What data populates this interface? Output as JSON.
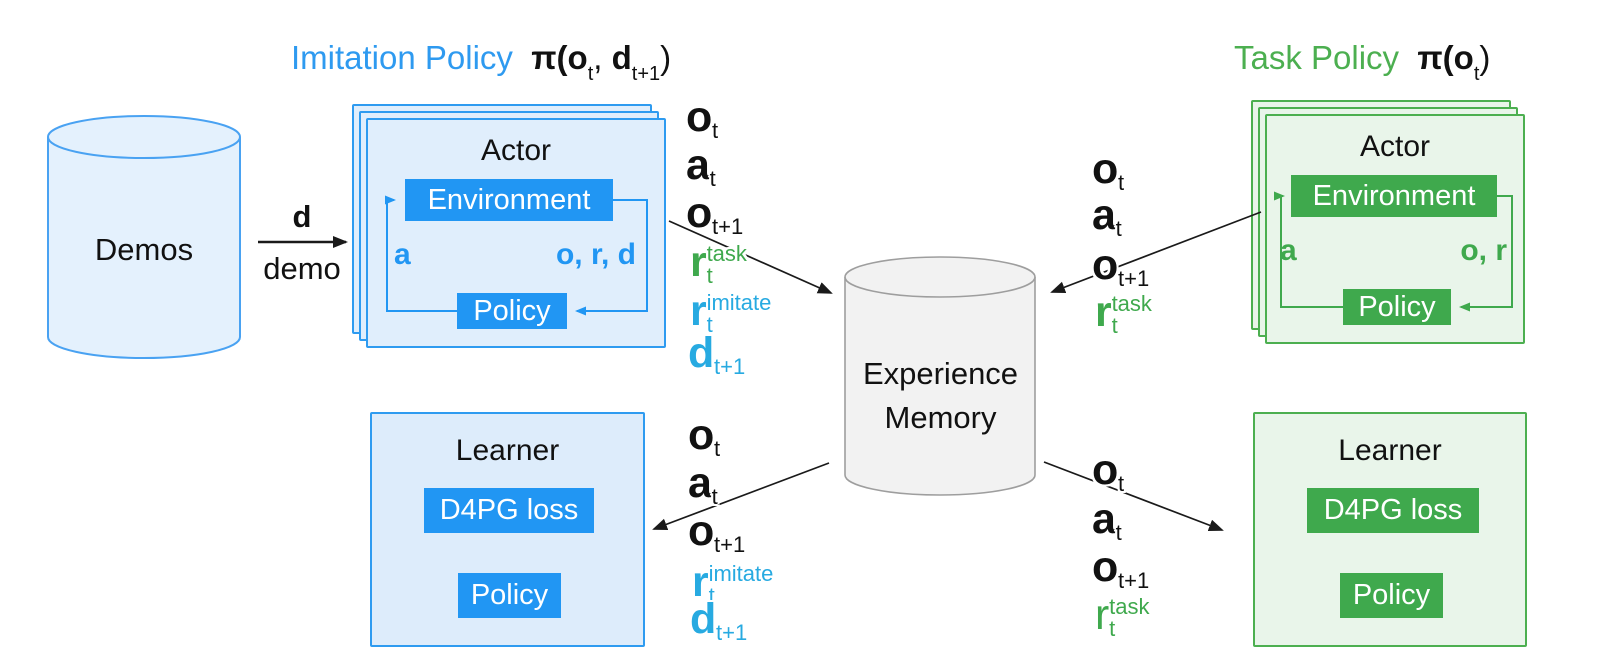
{
  "titles": {
    "imitation": {
      "label": "Imitation Policy",
      "pi": "π(",
      "arg1": "o",
      "arg1_sub": "t",
      "separator": ", ",
      "arg2": "d",
      "arg2_sub": "t+1",
      "close": ")"
    },
    "task": {
      "label": "Task Policy",
      "pi": "π(",
      "arg1": "o",
      "arg1_sub": "t",
      "close": ")"
    }
  },
  "demos": {
    "label": "Demos"
  },
  "demo_arrow": {
    "top_label": "d",
    "bottom_label": "demo"
  },
  "memory": {
    "line1": "Experience",
    "line2": "Memory"
  },
  "imitation_actor": {
    "title": "Actor",
    "environment_label": "Environment",
    "policy_label": "Policy",
    "action_label": "a",
    "feedback_label": "o, r, d"
  },
  "task_actor": {
    "title": "Actor",
    "environment_label": "Environment",
    "policy_label": "Policy",
    "action_label": "a",
    "feedback_label": "o, r"
  },
  "imitation_learner": {
    "title": "Learner",
    "loss_label": "D4PG loss",
    "policy_label": "Policy"
  },
  "task_learner": {
    "title": "Learner",
    "loss_label": "D4PG loss",
    "policy_label": "Policy"
  },
  "streams": {
    "imitation_actor_to_memory": [
      {
        "main": "o",
        "sup": "",
        "sub": "t",
        "color": "black"
      },
      {
        "main": "a",
        "sup": "",
        "sub": "t",
        "color": "black"
      },
      {
        "main": "o",
        "sup": "",
        "sub": "t+1",
        "color": "black"
      },
      {
        "main": "r",
        "sup": "task",
        "sub": "t",
        "color": "green"
      },
      {
        "main": "r",
        "sup": "imitate",
        "sub": "t",
        "color": "blue"
      },
      {
        "main": "d",
        "sup": "",
        "sub": "t+1",
        "color": "blue"
      }
    ],
    "task_actor_to_memory": [
      {
        "main": "o",
        "sup": "",
        "sub": "t",
        "color": "black"
      },
      {
        "main": "a",
        "sup": "",
        "sub": "t",
        "color": "black"
      },
      {
        "main": "o",
        "sup": "",
        "sub": "t+1",
        "color": "black"
      },
      {
        "main": "r",
        "sup": "task",
        "sub": "t",
        "color": "green"
      }
    ],
    "memory_to_imitation_learner": [
      {
        "main": "o",
        "sup": "",
        "sub": "t",
        "color": "black"
      },
      {
        "main": "a",
        "sup": "",
        "sub": "t",
        "color": "black"
      },
      {
        "main": "o",
        "sup": "",
        "sub": "t+1",
        "color": "black"
      },
      {
        "main": "r",
        "sup": "imitate",
        "sub": "t",
        "color": "blue"
      },
      {
        "main": "d",
        "sup": "",
        "sub": "t+1",
        "color": "blue"
      }
    ],
    "memory_to_task_learner": [
      {
        "main": "o",
        "sup": "",
        "sub": "t",
        "color": "black"
      },
      {
        "main": "a",
        "sup": "",
        "sub": "t",
        "color": "black"
      },
      {
        "main": "o",
        "sup": "",
        "sub": "t+1",
        "color": "black"
      },
      {
        "main": "r",
        "sup": "task",
        "sub": "t",
        "color": "green"
      }
    ]
  },
  "colors": {
    "imitation_blue": "#2196f3",
    "imitation_symbol_blue": "#27aae1",
    "task_green": "#3fa94d",
    "task_title_green": "#4caf50",
    "card_fill_blue": "#e0eefc",
    "card_fill_green": "#e9f5ea",
    "demos_fill": "#e4f1fd",
    "memory_fill": "#f2f2f2",
    "arrow_black": "#1a1a1a"
  }
}
